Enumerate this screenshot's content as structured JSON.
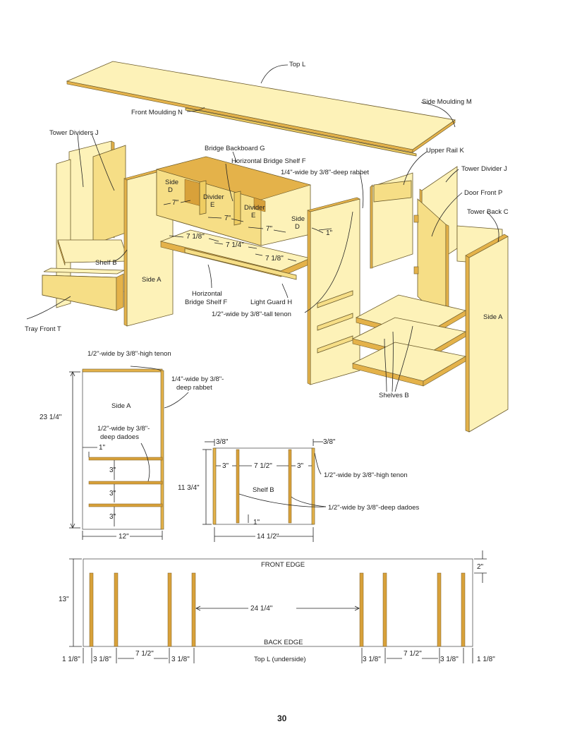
{
  "exploded_view": {
    "labels": {
      "top_l": "Top L",
      "side_moulding_m": "Side Moulding M",
      "front_moulding_n": "Front Moulding N",
      "tower_dividers_j": "Tower Dividers J",
      "bridge_backboard_g": "Bridge Backboard G",
      "horizontal_bridge_shelf_f_top": "Horizontal Bridge Shelf F",
      "rabbet_note": "1/4\"-wide by 3/8\"-deep rabbet",
      "upper_rail_k": "Upper Rail K",
      "tower_divider_j": "Tower Divider J",
      "door_front_p": "Door Front P",
      "tower_back_c": "Tower Back C",
      "side_d_left_1": "Side",
      "side_d_left_2": "D",
      "divider_e_1a": "Divider",
      "divider_e_1b": "E",
      "divider_e_2a": "Divider",
      "divider_e_2b": "E",
      "side_d_right_1": "Side",
      "side_d_right_2": "D",
      "dim_7_a": "7\"",
      "dim_7_b": "7\"",
      "dim_7_c": "7\"",
      "dim_1": "1\"",
      "dim_7_1_8_a": "7 1/8\"",
      "dim_7_1_4": "7 1/4\"",
      "dim_7_1_8_b": "7 1/8\"",
      "shelf_b": "Shelf B",
      "side_a_left": "Side A",
      "side_a_right": "Side A",
      "horizontal_bridge_shelf_f_bottom_1": "Horizontal",
      "horizontal_bridge_shelf_f_bottom_2": "Bridge Shelf F",
      "light_guard_h": "Light Guard H",
      "tenon_note": "1/2\"-wide by 3/8\"-tall tenon",
      "tray_front_t": "Tray Front T",
      "shelves_b": "Shelves B"
    }
  },
  "side_a_plan": {
    "tenon_note": "1/2\"-wide by 3/8\"-high tenon",
    "rabbet_note_1": "1/4\"-wide by 3/8\"-",
    "rabbet_note_2": "deep rabbet",
    "title": "Side A",
    "dado_note_1": "1/2\"-wide by 3/8\"-",
    "dado_note_2": "deep dadoes",
    "height": "23 1/4\"",
    "width": "12\"",
    "inset": "1\"",
    "gap_1": "3\"",
    "gap_2": "3\"",
    "gap_3": "3\""
  },
  "shelf_b_plan": {
    "title": "Shelf B",
    "edge_left": "3/8\"",
    "edge_right": "3/8\"",
    "offset_left": "3\"",
    "center_gap": "7 1/2\"",
    "offset_right": "3\"",
    "height": "11 3/4\"",
    "width": "14 1/2\"",
    "inset": "1\"",
    "tenon_note": "1/2\"-wide by 3/8\"-high tenon",
    "dado_note": "1/2\"-wide by 3/8\"-deep dadoes"
  },
  "top_plan": {
    "front_edge": "FRONT EDGE",
    "back_edge": "BACK EDGE",
    "depth": "13\"",
    "front_offset": "2\"",
    "center_span": "24 1/4\"",
    "caption": "Top L (underside)",
    "end_left": "1 1/8\"",
    "end_right": "1 1/8\"",
    "d_3_1_8_a": "3 1/8\"",
    "d_7_1_2_a": "7 1/2\"",
    "d_3_1_8_b": "3 1/8\"",
    "d_3_1_8_c": "3 1/8\"",
    "d_7_1_2_b": "7 1/2\"",
    "d_3_1_8_d": "3 1/8\""
  },
  "page_number": "30"
}
